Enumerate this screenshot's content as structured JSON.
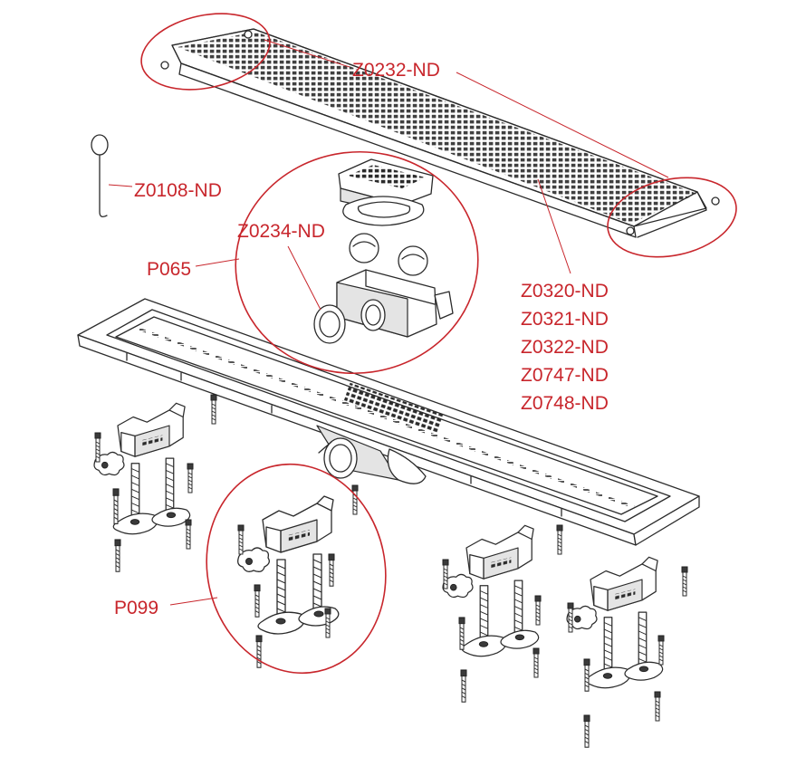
{
  "diagram": {
    "parts": [
      {
        "code": "Z0232-ND"
      },
      {
        "code": "Z0108-ND"
      },
      {
        "code": "Z0234-ND"
      },
      {
        "code": "P065"
      },
      {
        "code": "P099"
      }
    ],
    "profile_codes": [
      "Z0320-ND",
      "Z0321-ND",
      "Z0322-ND",
      "Z0747-ND",
      "Z0748-ND"
    ],
    "accent_color": "#c8262c"
  }
}
